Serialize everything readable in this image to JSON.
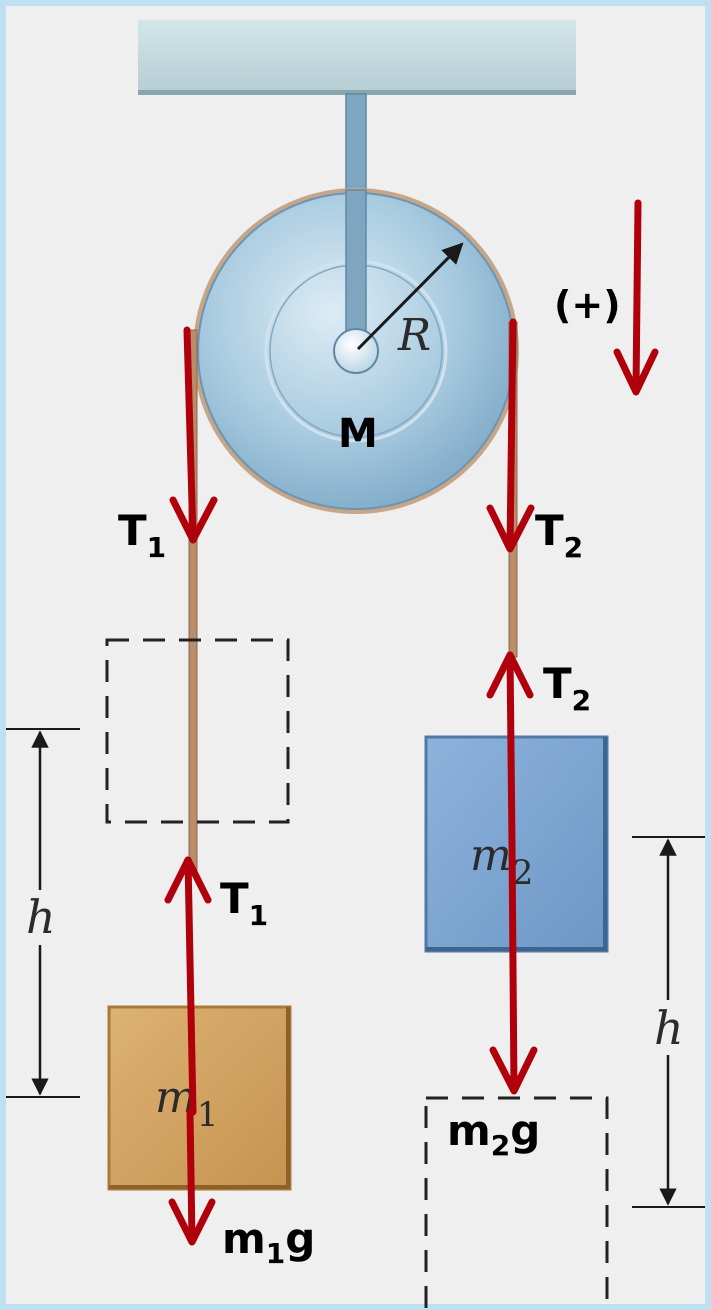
{
  "labels": {
    "pulley_mass": "M",
    "radius": "R",
    "positive_direction": "(+)",
    "tension_1": {
      "base": "T",
      "sub": "1"
    },
    "tension_2": {
      "base": "T",
      "sub": "2"
    },
    "mass_1": {
      "base": "m",
      "sub": "1"
    },
    "mass_2": {
      "base": "m",
      "sub": "2"
    },
    "weight_1": {
      "base": "m",
      "sub": "1",
      "tail": "g"
    },
    "weight_2": {
      "base": "m",
      "sub": "2",
      "tail": "g"
    },
    "height_left": "h",
    "height_right": "h"
  },
  "colors": {
    "arrow": "#b0000c",
    "block_1": "#d2a25e",
    "block_2": "#7fa6d2",
    "pulley": "#9cc2da",
    "ceiling": "#c9dfe2",
    "background": "#efefef",
    "rope": "#b98c6a",
    "frame_border": "#bfe0f0"
  }
}
